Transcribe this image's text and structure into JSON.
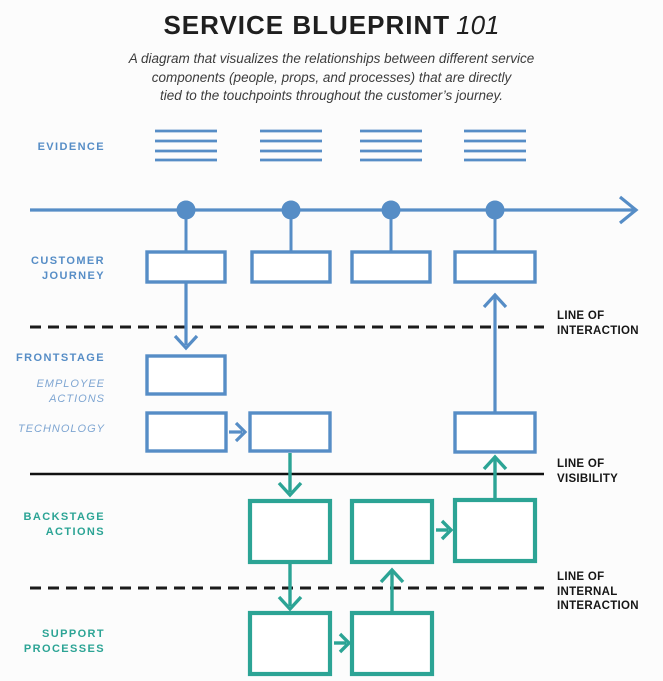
{
  "header": {
    "title": "SERVICE BLUEPRINT",
    "title_numeral": "101",
    "subtitle_line1": "A diagram that visualizes the relationships between different service",
    "subtitle_line2": "components (people, props, and processes) that are directly",
    "subtitle_line3": "tied to the touchpoints throughout the customer’s journey."
  },
  "lanes": {
    "evidence": "EVIDENCE",
    "customer_journey": "CUSTOMER JOURNEY",
    "frontstage": "FRONTSTAGE",
    "employee_actions": "EMPLOYEE ACTIONS",
    "technology": "TECHNOLOGY",
    "backstage_actions": "BACKSTAGE ACTIONS",
    "support_processes": "SUPPORT PROCESSES"
  },
  "separator_labels": {
    "line_of_interaction": "LINE OF INTERACTION",
    "line_of_visibility": "LINE OF VISIBILITY",
    "line_of_internal_interaction": "LINE OF INTERNAL INTERACTION"
  },
  "colors": {
    "blue": "#568dc6",
    "blue_light": "#7fa6d2",
    "teal": "#2ca495",
    "line_black": "#1b1b1b"
  }
}
